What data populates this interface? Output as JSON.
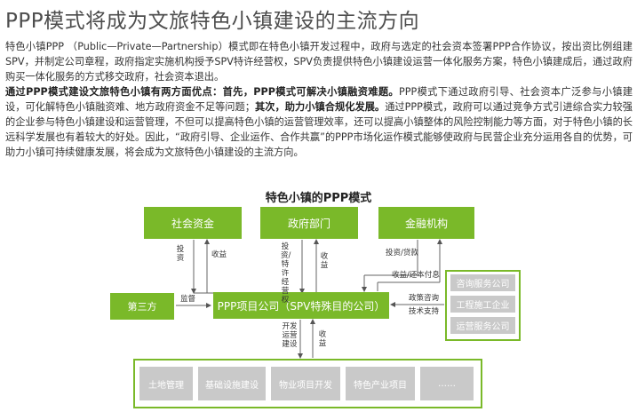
{
  "title": "PPP模式将成为文旅特色小镇建设的主流方向",
  "paragraph": {
    "p1": "特色小镇PPP （Public—Private—Partnership）模式即在特色小镇开发过程中，政府与选定的社会资本签署PPP合作协议，按出资比例组建SPV，并制定公司章程，政府指定实施机构授予SPV特许经营权，SPV负责提供特色小镇建设运营一体化服务方案，特色小镇建成后，通过政府购买一体化服务的方式移交政府，社会资本退出。",
    "p2_bold1": "通过PPP模式建设文旅特色小镇有两方面优点：首先，PPP模式可解决小镇融资难题。",
    "p2_text1": "PPP模式下通过政府引导、社会资本广泛参与小镇建设，可化解特色小镇融资难、地方政府资金不足等问题；",
    "p2_bold2": "其次，助力小镇合规化发展。",
    "p2_text2": "通过PPP模式，政府可以通过竞争方式引进综合实力较强的企业参与特色小镇建设和运营管理，不但可以提高特色小镇的运营管理效率，还可以提高小镇整体的风险控制能力等方面，对于特色小镇的长远科学发展也有着较大的好处。因此，“政府引导、企业运作、合作共赢”的PPP市场化运作模式能够使政府与民营企业充分运用各自的优势，可助力小镇可持续健康发展，将会成为文旅特色小镇建设的主流方向。"
  },
  "diagram": {
    "title": "特色小镇的PPP模式",
    "social_capital": "社会资金",
    "government": "政府部门",
    "financial": "金融机构",
    "third_party": "第三方",
    "spv": "PPP项目公司（SPV特殊目的公司）",
    "services": [
      "咨询服务公司",
      "工程施工企业",
      "运营服务公司"
    ],
    "projects": [
      "土地管理",
      "基础设施建设",
      "物业项目开发",
      "特色产业项目",
      "……"
    ],
    "labels": {
      "invest": "投资",
      "income": "收益",
      "invest_feature": "投资/特许经营权",
      "income2": "收益",
      "invest_loan": "投资/贷款",
      "income_repay": "收益/还本付息",
      "supervise": "监督",
      "policy": "政策咨询",
      "tech": "技术支持",
      "develop": "开发运营建设",
      "income3": "收益"
    }
  }
}
